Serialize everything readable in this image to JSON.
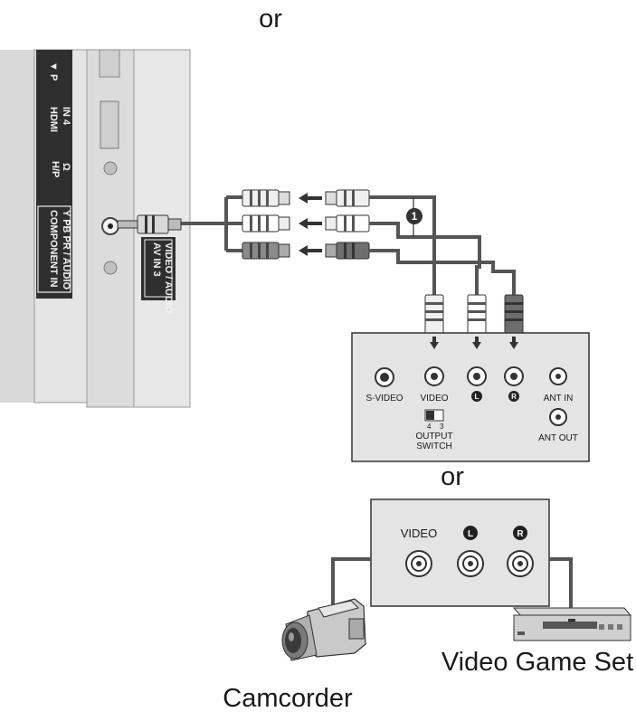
{
  "top_or": "or",
  "tv_panel": {
    "hdmi_label_line1": "HDMI",
    "hdmi_label_line2": "IN 4",
    "hp_label": "H/P",
    "component_line1": "COMPONENT IN",
    "component_line2": "Y PB PR / AUDIO",
    "av_line1": "AV IN 3",
    "av_line2": "VIDEO / AUDIO"
  },
  "step_marker": "1",
  "vcr": {
    "svideo": "S-VIDEO",
    "video": "VIDEO",
    "left": "L",
    "right": "R",
    "ant_in": "ANT IN",
    "ant_out": "ANT OUT",
    "switch_num_left": "4",
    "switch_num_right": "3",
    "switch_line1": "OUTPUT",
    "switch_line2": "SWITCH"
  },
  "middle_or": "or",
  "av_box": {
    "video": "VIDEO",
    "left": "L",
    "right": "R"
  },
  "camcorder_label": "Camcorder",
  "game_label": "Video Game Set"
}
